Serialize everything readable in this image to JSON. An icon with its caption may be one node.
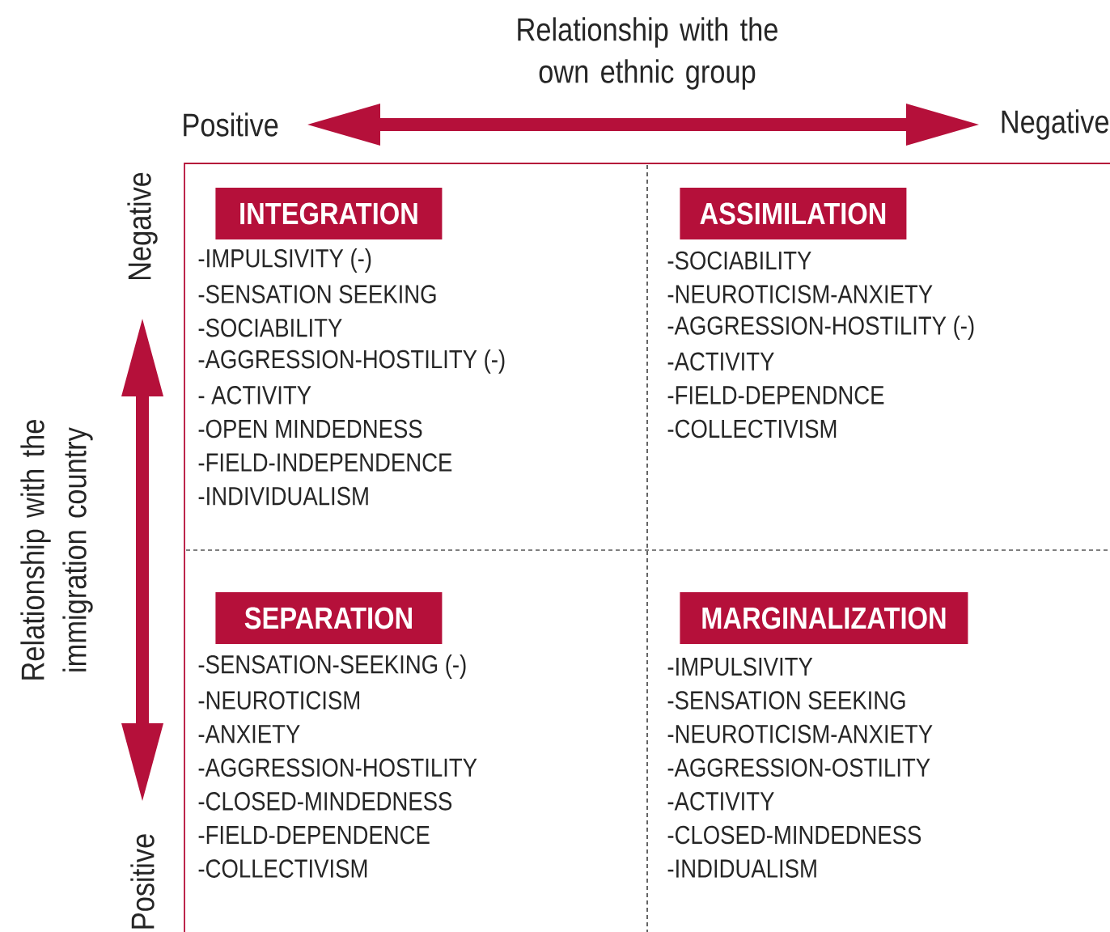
{
  "diagram": {
    "nodes": [
      {
        "text": [
          "INTEGRATION"
        ],
        "beside": [
          "-IMPULSIVITY (-)",
          "-SENSATION SEEKING",
          "-SOCIABILITY",
          "-AGGRESSION-HOSTILITY (-)",
          "- ACTIVITY",
          "-OPEN MINDEDNESS",
          "-FIELD-INDEPENDENCE",
          "-INDIVIDUALISM"
        ]
      },
      {
        "text": [
          "ASSIMILATION"
        ],
        "beside": [
          "-SOCIABILITY",
          "-NEUROTICISM-ANXIETY",
          "-AGGRESSION-HOSTILITY (-)",
          "-ACTIVITY",
          "-FIELD-DEPENDNCE",
          "-COLLECTIVISM"
        ]
      },
      {
        "text": [
          "SEPARATION"
        ],
        "beside": [
          "-SENSATION-SEEKING (-)",
          "-NEUROTICISM",
          "-ANXIETY",
          "-AGGRESSION-HOSTILITY",
          "-CLOSED-MINDEDNESS",
          "-FIELD-DEPENDENCE",
          "-COLLECTIVISM"
        ]
      },
      {
        "text": [
          "MARGINALIZATION"
        ],
        "beside": [
          "-IMPULSIVITY",
          "-SENSATION SEEKING",
          "-NEUROTICISM-ANXIETY",
          "-AGGRESSION-OSTILITY",
          "-ACTIVITY",
          "-CLOSED-MINDEDNESS",
          "-INDIDUALISM"
        ]
      }
    ],
    "labels": [
      "Relationship with the own ethnic group",
      "Positive",
      "Negative",
      "Negative",
      "Relationship with the immigration country",
      "Positive"
    ]
  }
}
